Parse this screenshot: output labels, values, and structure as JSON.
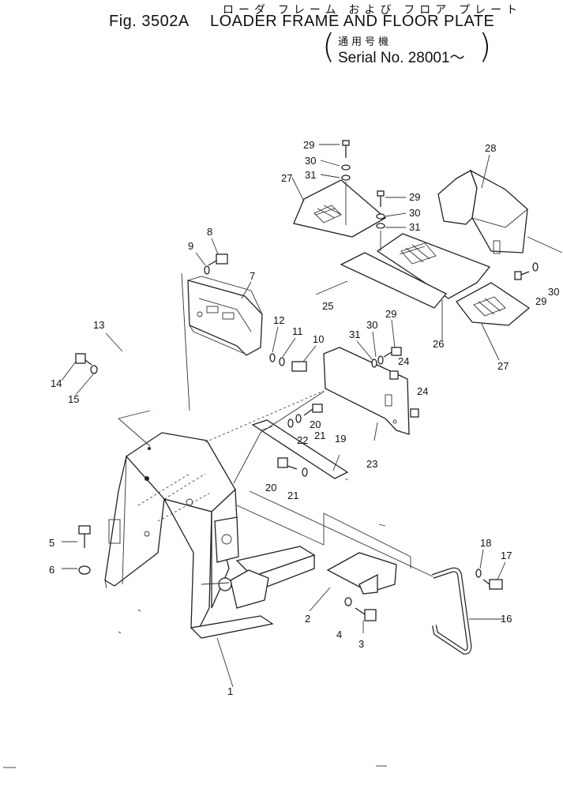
{
  "header": {
    "fig_number": "Fig. 3502A",
    "title_jp": "ローダ フレーム および フロア プレート",
    "title_en": "LOADER FRAME AND FLOOR PLATE",
    "serial_jp": "通用号機",
    "serial_en": "Serial No. 28001～"
  },
  "callouts": [
    {
      "id": "1",
      "label": "1"
    },
    {
      "id": "2",
      "label": "2"
    },
    {
      "id": "3",
      "label": "3"
    },
    {
      "id": "4",
      "label": "4"
    },
    {
      "id": "5",
      "label": "5"
    },
    {
      "id": "6",
      "label": "6"
    },
    {
      "id": "7",
      "label": "7"
    },
    {
      "id": "8",
      "label": "8"
    },
    {
      "id": "9",
      "label": "9"
    },
    {
      "id": "10",
      "label": "10"
    },
    {
      "id": "11",
      "label": "11"
    },
    {
      "id": "12",
      "label": "12"
    },
    {
      "id": "13",
      "label": "13"
    },
    {
      "id": "14",
      "label": "14"
    },
    {
      "id": "15",
      "label": "15"
    },
    {
      "id": "16",
      "label": "16"
    },
    {
      "id": "17",
      "label": "17"
    },
    {
      "id": "18",
      "label": "18"
    },
    {
      "id": "19",
      "label": "19"
    },
    {
      "id": "20a",
      "label": "20"
    },
    {
      "id": "20b",
      "label": "20"
    },
    {
      "id": "21a",
      "label": "21"
    },
    {
      "id": "21b",
      "label": "21"
    },
    {
      "id": "22",
      "label": "22"
    },
    {
      "id": "23",
      "label": "23"
    },
    {
      "id": "24a",
      "label": "24"
    },
    {
      "id": "24b",
      "label": "24"
    },
    {
      "id": "25",
      "label": "25"
    },
    {
      "id": "26",
      "label": "26"
    },
    {
      "id": "27a",
      "label": "27"
    },
    {
      "id": "27b",
      "label": "27"
    },
    {
      "id": "28",
      "label": "28"
    },
    {
      "id": "29a",
      "label": "29"
    },
    {
      "id": "29b",
      "label": "29"
    },
    {
      "id": "29c",
      "label": "29"
    },
    {
      "id": "29d",
      "label": "29"
    },
    {
      "id": "30a",
      "label": "30"
    },
    {
      "id": "30b",
      "label": "30"
    },
    {
      "id": "30c",
      "label": "30"
    },
    {
      "id": "30d",
      "label": "30"
    },
    {
      "id": "31a",
      "label": "31"
    },
    {
      "id": "31b",
      "label": "31"
    },
    {
      "id": "31c",
      "label": "31"
    }
  ]
}
